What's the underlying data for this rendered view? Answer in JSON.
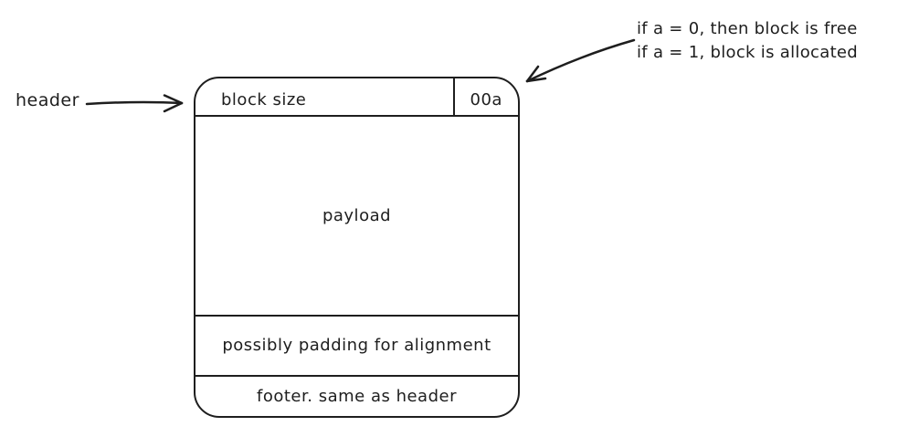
{
  "colors": {
    "ink": "#1e1e1e",
    "background": "#ffffff"
  },
  "pointer": {
    "header_label": "header"
  },
  "block": {
    "header_row": {
      "size_label": "block size",
      "flag_label": "00a"
    },
    "payload_label": "payload",
    "padding_label": "possibly padding for alignment",
    "footer_label": "footer. same as header"
  },
  "annotation": {
    "line1": "if a = 0, then block is free",
    "line2": "if a = 1, block is allocated"
  }
}
